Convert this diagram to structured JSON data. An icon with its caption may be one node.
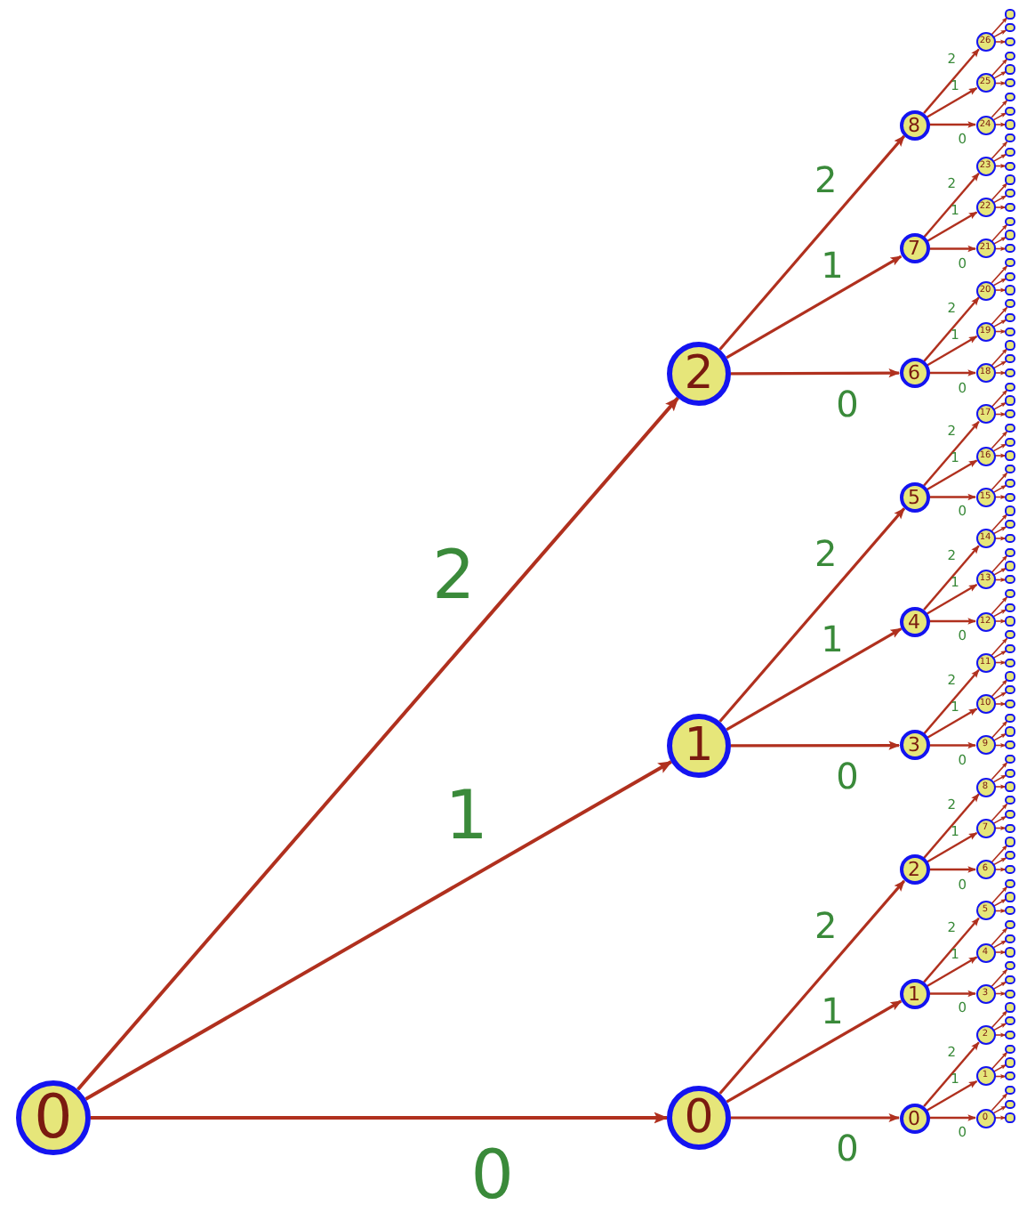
{
  "diagram": {
    "nodes": [
      {
        "text": [
          "0"
        ]
      },
      {
        "text": [
          "0"
        ]
      },
      {
        "text": [
          "1"
        ]
      },
      {
        "text": [
          "2"
        ]
      },
      {
        "text": [
          "0"
        ]
      },
      {
        "text": [
          "1"
        ]
      },
      {
        "text": [
          "2"
        ]
      },
      {
        "text": [
          "3"
        ]
      },
      {
        "text": [
          "4"
        ]
      },
      {
        "text": [
          "5"
        ]
      },
      {
        "text": [
          "6"
        ]
      },
      {
        "text": [
          "7"
        ]
      },
      {
        "text": [
          "8"
        ]
      },
      {
        "text": [
          "0"
        ]
      },
      {
        "text": [
          "1"
        ]
      },
      {
        "text": [
          "2"
        ]
      },
      {
        "text": [
          "3"
        ]
      },
      {
        "text": [
          "4"
        ]
      },
      {
        "text": [
          "5"
        ]
      },
      {
        "text": [
          "6"
        ]
      },
      {
        "text": [
          "7"
        ]
      },
      {
        "text": [
          "8"
        ]
      },
      {
        "text": [
          "9"
        ]
      },
      {
        "text": [
          "10"
        ]
      },
      {
        "text": [
          "11"
        ]
      },
      {
        "text": [
          "12"
        ]
      },
      {
        "text": [
          "13"
        ]
      },
      {
        "text": [
          "14"
        ]
      },
      {
        "text": [
          "15"
        ]
      },
      {
        "text": [
          "16"
        ]
      },
      {
        "text": [
          "17"
        ]
      },
      {
        "text": [
          "18"
        ]
      },
      {
        "text": [
          "19"
        ]
      },
      {
        "text": [
          "20"
        ]
      },
      {
        "text": [
          "21"
        ]
      },
      {
        "text": [
          "22"
        ]
      },
      {
        "text": [
          "23"
        ]
      },
      {
        "text": [
          "24"
        ]
      },
      {
        "text": [
          "25"
        ]
      },
      {
        "text": [
          "26"
        ]
      },
      {
        "text": [],
        "shape": "circle"
      },
      {
        "text": [],
        "shape": "circle"
      },
      {
        "text": [],
        "shape": "circle"
      },
      {
        "text": [],
        "shape": "circle"
      },
      {
        "text": [],
        "shape": "circle"
      },
      {
        "text": [],
        "shape": "circle"
      },
      {
        "text": [],
        "shape": "circle"
      },
      {
        "text": [],
        "shape": "circle"
      },
      {
        "text": [],
        "shape": "circle"
      },
      {
        "text": [],
        "shape": "circle"
      },
      {
        "text": [],
        "shape": "circle"
      },
      {
        "text": [],
        "shape": "circle"
      },
      {
        "text": [],
        "shape": "circle"
      },
      {
        "text": [],
        "shape": "circle"
      },
      {
        "text": [],
        "shape": "circle"
      },
      {
        "text": [],
        "shape": "circle"
      },
      {
        "text": [],
        "shape": "circle"
      },
      {
        "text": [],
        "shape": "circle"
      },
      {
        "text": [],
        "shape": "circle"
      },
      {
        "text": [],
        "shape": "circle"
      },
      {
        "text": [],
        "shape": "circle"
      },
      {
        "text": [],
        "shape": "circle"
      },
      {
        "text": [],
        "shape": "circle"
      },
      {
        "text": [],
        "shape": "circle"
      },
      {
        "text": [],
        "shape": "circle"
      },
      {
        "text": [],
        "shape": "circle"
      },
      {
        "text": [],
        "shape": "circle"
      },
      {
        "text": [],
        "shape": "circle"
      },
      {
        "text": [],
        "shape": "circle"
      },
      {
        "text": [],
        "shape": "circle"
      },
      {
        "text": [],
        "shape": "circle"
      },
      {
        "text": [],
        "shape": "circle"
      },
      {
        "text": [],
        "shape": "circle"
      },
      {
        "text": [],
        "shape": "circle"
      },
      {
        "text": [],
        "shape": "circle"
      },
      {
        "text": [],
        "shape": "circle"
      },
      {
        "text": [],
        "shape": "circle"
      },
      {
        "text": [],
        "shape": "circle"
      },
      {
        "text": [],
        "shape": "circle"
      },
      {
        "text": [],
        "shape": "circle"
      },
      {
        "text": [],
        "shape": "circle"
      },
      {
        "text": [],
        "shape": "circle"
      },
      {
        "text": [],
        "shape": "circle"
      },
      {
        "text": [],
        "shape": "circle"
      },
      {
        "text": [],
        "shape": "circle"
      },
      {
        "text": [],
        "shape": "circle"
      },
      {
        "text": [],
        "shape": "circle"
      },
      {
        "text": [],
        "shape": "circle"
      },
      {
        "text": [],
        "shape": "circle"
      },
      {
        "text": [],
        "shape": "circle"
      },
      {
        "text": [],
        "shape": "circle"
      },
      {
        "text": [],
        "shape": "circle"
      },
      {
        "text": [],
        "shape": "circle"
      },
      {
        "text": [],
        "shape": "circle"
      },
      {
        "text": [],
        "shape": "circle"
      },
      {
        "text": [],
        "shape": "circle"
      },
      {
        "text": [],
        "shape": "circle"
      },
      {
        "text": [],
        "shape": "circle"
      },
      {
        "text": [],
        "shape": "circle"
      },
      {
        "text": [],
        "shape": "circle"
      },
      {
        "text": [],
        "shape": "circle"
      },
      {
        "text": [],
        "shape": "circle"
      },
      {
        "text": [],
        "shape": "circle"
      },
      {
        "text": [],
        "shape": "circle"
      },
      {
        "text": [],
        "shape": "circle"
      },
      {
        "text": [],
        "shape": "circle"
      },
      {
        "text": [],
        "shape": "circle"
      },
      {
        "text": [],
        "shape": "circle"
      },
      {
        "text": [],
        "shape": "circle"
      },
      {
        "text": [],
        "shape": "circle"
      },
      {
        "text": [],
        "shape": "circle"
      },
      {
        "text": [],
        "shape": "circle"
      },
      {
        "text": [],
        "shape": "circle"
      },
      {
        "text": [],
        "shape": "circle"
      },
      {
        "text": [],
        "shape": "circle"
      },
      {
        "text": [],
        "shape": "circle"
      },
      {
        "text": [],
        "shape": "circle"
      },
      {
        "text": [],
        "shape": "circle"
      },
      {
        "text": [],
        "shape": "circle"
      },
      {
        "text": [],
        "shape": "circle"
      },
      {
        "text": [],
        "shape": "circle"
      }
    ],
    "edges": [
      {
        "from": 0,
        "to": 1,
        "arrow": "to",
        "label": "0"
      },
      {
        "from": 0,
        "to": 2,
        "arrow": "to",
        "label": "1"
      },
      {
        "from": 0,
        "to": 3,
        "arrow": "to",
        "label": "2"
      },
      {
        "from": 1,
        "to": 4,
        "arrow": "to",
        "label": "0"
      },
      {
        "from": 1,
        "to": 5,
        "arrow": "to",
        "label": "1"
      },
      {
        "from": 1,
        "to": 6,
        "arrow": "to",
        "label": "2"
      },
      {
        "from": 2,
        "to": 7,
        "arrow": "to",
        "label": "0"
      },
      {
        "from": 2,
        "to": 8,
        "arrow": "to",
        "label": "1"
      },
      {
        "from": 2,
        "to": 9,
        "arrow": "to",
        "label": "2"
      },
      {
        "from": 3,
        "to": 10,
        "arrow": "to",
        "label": "0"
      },
      {
        "from": 3,
        "to": 11,
        "arrow": "to",
        "label": "1"
      },
      {
        "from": 3,
        "to": 12,
        "arrow": "to",
        "label": "2"
      },
      {
        "from": 4,
        "to": 13,
        "arrow": "to",
        "label": "0"
      },
      {
        "from": 4,
        "to": 14,
        "arrow": "to",
        "label": "1"
      },
      {
        "from": 4,
        "to": 15,
        "arrow": "to",
        "label": "2"
      },
      {
        "from": 5,
        "to": 16,
        "arrow": "to",
        "label": "0"
      },
      {
        "from": 5,
        "to": 17,
        "arrow": "to",
        "label": "1"
      },
      {
        "from": 5,
        "to": 18,
        "arrow": "to",
        "label": "2"
      },
      {
        "from": 6,
        "to": 19,
        "arrow": "to",
        "label": "0"
      },
      {
        "from": 6,
        "to": 20,
        "arrow": "to",
        "label": "1"
      },
      {
        "from": 6,
        "to": 21,
        "arrow": "to",
        "label": "2"
      },
      {
        "from": 7,
        "to": 22,
        "arrow": "to",
        "label": "0"
      },
      {
        "from": 7,
        "to": 23,
        "arrow": "to",
        "label": "1"
      },
      {
        "from": 7,
        "to": 24,
        "arrow": "to",
        "label": "2"
      },
      {
        "from": 8,
        "to": 25,
        "arrow": "to",
        "label": "0"
      },
      {
        "from": 8,
        "to": 26,
        "arrow": "to",
        "label": "1"
      },
      {
        "from": 8,
        "to": 27,
        "arrow": "to",
        "label": "2"
      },
      {
        "from": 9,
        "to": 28,
        "arrow": "to",
        "label": "0"
      },
      {
        "from": 9,
        "to": 29,
        "arrow": "to",
        "label": "1"
      },
      {
        "from": 9,
        "to": 30,
        "arrow": "to",
        "label": "2"
      },
      {
        "from": 10,
        "to": 31,
        "arrow": "to",
        "label": "0"
      },
      {
        "from": 10,
        "to": 32,
        "arrow": "to",
        "label": "1"
      },
      {
        "from": 10,
        "to": 33,
        "arrow": "to",
        "label": "2"
      },
      {
        "from": 11,
        "to": 34,
        "arrow": "to",
        "label": "0"
      },
      {
        "from": 11,
        "to": 35,
        "arrow": "to",
        "label": "1"
      },
      {
        "from": 11,
        "to": 36,
        "arrow": "to",
        "label": "2"
      },
      {
        "from": 12,
        "to": 37,
        "arrow": "to",
        "label": "0"
      },
      {
        "from": 12,
        "to": 38,
        "arrow": "to",
        "label": "1"
      },
      {
        "from": 12,
        "to": 39,
        "arrow": "to",
        "label": "2"
      },
      {
        "from": 13,
        "to": 40,
        "arrow": "to"
      },
      {
        "from": 13,
        "to": 41,
        "arrow": "to"
      },
      {
        "from": 13,
        "to": 42,
        "arrow": "to"
      },
      {
        "from": 14,
        "to": 43,
        "arrow": "to"
      },
      {
        "from": 14,
        "to": 44,
        "arrow": "to"
      },
      {
        "from": 14,
        "to": 45,
        "arrow": "to"
      },
      {
        "from": 15,
        "to": 46,
        "arrow": "to"
      },
      {
        "from": 15,
        "to": 47,
        "arrow": "to"
      },
      {
        "from": 15,
        "to": 48,
        "arrow": "to"
      },
      {
        "from": 16,
        "to": 49,
        "arrow": "to"
      },
      {
        "from": 16,
        "to": 50,
        "arrow": "to"
      },
      {
        "from": 16,
        "to": 51,
        "arrow": "to"
      },
      {
        "from": 17,
        "to": 52,
        "arrow": "to"
      },
      {
        "from": 17,
        "to": 53,
        "arrow": "to"
      },
      {
        "from": 17,
        "to": 54,
        "arrow": "to"
      },
      {
        "from": 18,
        "to": 55,
        "arrow": "to"
      },
      {
        "from": 18,
        "to": 56,
        "arrow": "to"
      },
      {
        "from": 18,
        "to": 57,
        "arrow": "to"
      },
      {
        "from": 19,
        "to": 58,
        "arrow": "to"
      },
      {
        "from": 19,
        "to": 59,
        "arrow": "to"
      },
      {
        "from": 19,
        "to": 60,
        "arrow": "to"
      },
      {
        "from": 20,
        "to": 61,
        "arrow": "to"
      },
      {
        "from": 20,
        "to": 62,
        "arrow": "to"
      },
      {
        "from": 20,
        "to": 63,
        "arrow": "to"
      },
      {
        "from": 21,
        "to": 64,
        "arrow": "to"
      },
      {
        "from": 21,
        "to": 65,
        "arrow": "to"
      },
      {
        "from": 21,
        "to": 66,
        "arrow": "to"
      },
      {
        "from": 22,
        "to": 67,
        "arrow": "to"
      },
      {
        "from": 22,
        "to": 68,
        "arrow": "to"
      },
      {
        "from": 22,
        "to": 69,
        "arrow": "to"
      },
      {
        "from": 23,
        "to": 70,
        "arrow": "to"
      },
      {
        "from": 23,
        "to": 71,
        "arrow": "to"
      },
      {
        "from": 23,
        "to": 72,
        "arrow": "to"
      },
      {
        "from": 24,
        "to": 73,
        "arrow": "to"
      },
      {
        "from": 24,
        "to": 74,
        "arrow": "to"
      },
      {
        "from": 24,
        "to": 75,
        "arrow": "to"
      },
      {
        "from": 25,
        "to": 76,
        "arrow": "to"
      },
      {
        "from": 25,
        "to": 77,
        "arrow": "to"
      },
      {
        "from": 25,
        "to": 78,
        "arrow": "to"
      },
      {
        "from": 26,
        "to": 79,
        "arrow": "to"
      },
      {
        "from": 26,
        "to": 80,
        "arrow": "to"
      },
      {
        "from": 26,
        "to": 81,
        "arrow": "to"
      },
      {
        "from": 27,
        "to": 82,
        "arrow": "to"
      },
      {
        "from": 27,
        "to": 83,
        "arrow": "to"
      },
      {
        "from": 27,
        "to": 84,
        "arrow": "to"
      },
      {
        "from": 28,
        "to": 85,
        "arrow": "to"
      },
      {
        "from": 28,
        "to": 86,
        "arrow": "to"
      },
      {
        "from": 28,
        "to": 87,
        "arrow": "to"
      },
      {
        "from": 29,
        "to": 88,
        "arrow": "to"
      },
      {
        "from": 29,
        "to": 89,
        "arrow": "to"
      },
      {
        "from": 29,
        "to": 90,
        "arrow": "to"
      },
      {
        "from": 30,
        "to": 91,
        "arrow": "to"
      },
      {
        "from": 30,
        "to": 92,
        "arrow": "to"
      },
      {
        "from": 30,
        "to": 93,
        "arrow": "to"
      },
      {
        "from": 31,
        "to": 94,
        "arrow": "to"
      },
      {
        "from": 31,
        "to": 95,
        "arrow": "to"
      },
      {
        "from": 31,
        "to": 96,
        "arrow": "to"
      },
      {
        "from": 32,
        "to": 97,
        "arrow": "to"
      },
      {
        "from": 32,
        "to": 98,
        "arrow": "to"
      },
      {
        "from": 32,
        "to": 99,
        "arrow": "to"
      },
      {
        "from": 33,
        "to": 100,
        "arrow": "to"
      },
      {
        "from": 33,
        "to": 101,
        "arrow": "to"
      },
      {
        "from": 33,
        "to": 102,
        "arrow": "to"
      },
      {
        "from": 34,
        "to": 103,
        "arrow": "to"
      },
      {
        "from": 34,
        "to": 104,
        "arrow": "to"
      },
      {
        "from": 34,
        "to": 105,
        "arrow": "to"
      },
      {
        "from": 35,
        "to": 106,
        "arrow": "to"
      },
      {
        "from": 35,
        "to": 107,
        "arrow": "to"
      },
      {
        "from": 35,
        "to": 108,
        "arrow": "to"
      },
      {
        "from": 36,
        "to": 109,
        "arrow": "to"
      },
      {
        "from": 36,
        "to": 110,
        "arrow": "to"
      },
      {
        "from": 36,
        "to": 111,
        "arrow": "to"
      },
      {
        "from": 37,
        "to": 112,
        "arrow": "to"
      },
      {
        "from": 37,
        "to": 113,
        "arrow": "to"
      },
      {
        "from": 37,
        "to": 114,
        "arrow": "to"
      },
      {
        "from": 38,
        "to": 115,
        "arrow": "to"
      },
      {
        "from": 38,
        "to": 116,
        "arrow": "to"
      },
      {
        "from": 38,
        "to": 117,
        "arrow": "to"
      },
      {
        "from": 39,
        "to": 118,
        "arrow": "to"
      },
      {
        "from": 39,
        "to": 119,
        "arrow": "to"
      },
      {
        "from": 39,
        "to": 120,
        "arrow": "to"
      }
    ]
  }
}
